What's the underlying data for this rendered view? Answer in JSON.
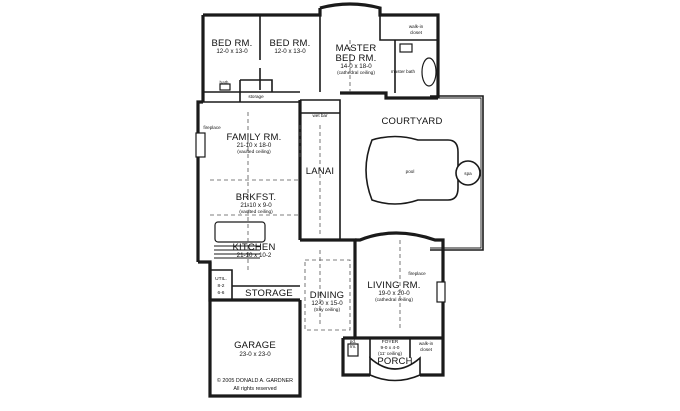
{
  "rooms": {
    "bed1": {
      "name": "BED RM.",
      "dim": "12-0 x 13-0"
    },
    "bed2": {
      "name": "BED RM.",
      "dim": "12-0 x 13-0"
    },
    "master": {
      "name1": "MASTER",
      "name2": "BED RM.",
      "dim": "14-0 x 18-0",
      "note": "(cathedral ceiling)"
    },
    "family": {
      "name": "FAMILY RM.",
      "dim": "21-10 x 18-0",
      "note": "(vaulted ceiling)"
    },
    "brkfst": {
      "name": "BRKFST.",
      "dim": "21-10 x 9-0",
      "note": "(vaulted ceiling)"
    },
    "kitchen": {
      "name": "KITCHEN",
      "dim": "21-10 x 10-2"
    },
    "lanai": {
      "name": "LANAI"
    },
    "courtyard": {
      "name": "COURTYARD"
    },
    "dining": {
      "name": "DINING",
      "dim": "12-0 x 15-0",
      "note": "(tray ceiling)"
    },
    "living": {
      "name": "LIVING RM.",
      "dim": "19-0 x 20-0",
      "note": "(cathedral ceiling)"
    },
    "util": {
      "name": "UTIL.",
      "dim1": "8-2",
      "dim2": "6-6"
    },
    "storage": {
      "name": "STORAGE"
    },
    "garage": {
      "name": "GARAGE",
      "dim": "23-0 x 23-0"
    },
    "foyer": {
      "name": "FOYER",
      "dim1": "9-0 x 4-0",
      "dim2": "(11' ceiling)"
    },
    "porch": {
      "name": "PORCH"
    }
  },
  "labels": {
    "walkin_closet_top": "walk-in",
    "walkin_closet_top2": "closet",
    "master_bath": "master bath",
    "bath": "bath",
    "storage_small": "storage",
    "fireplace_family": "fireplace",
    "wet_bar": "wet bar",
    "pool": "pool",
    "spa": "spa",
    "fireplace_living": "fireplace",
    "pd_rm1": "pd.",
    "pd_rm2": "rm.",
    "walkin_closet_foyer": "walk-in",
    "walkin_closet_foyer2": "closet"
  },
  "copyright": {
    "line1": "© 2005 DONALD A. GARDNER",
    "line2": "All rights reserved"
  }
}
